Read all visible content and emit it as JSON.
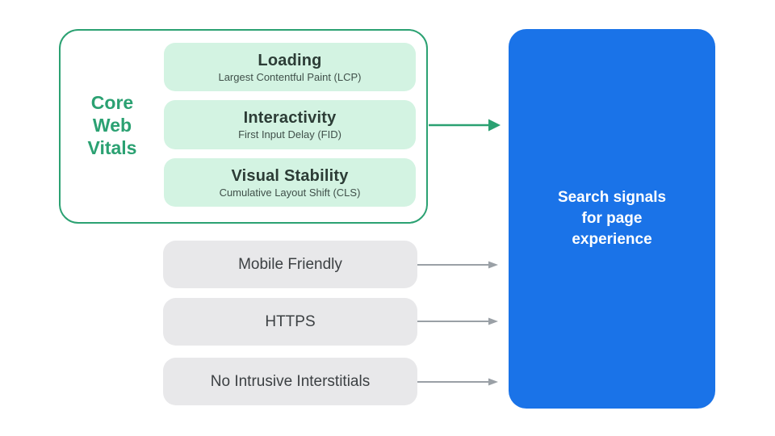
{
  "colors": {
    "green_accent": "#2ba172",
    "green_light": "#d3f3e2",
    "title_dark": "#2c3c36",
    "subtitle_dark": "#40504a",
    "gray_pill": "#e8e8ea",
    "gray_text": "#3c4043",
    "arrow_gray": "#9aa0a6",
    "blue": "#1a73e8",
    "white": "#ffffff"
  },
  "core_web_vitals": {
    "label_lines": [
      "Core",
      "Web",
      "Vitals"
    ],
    "items": [
      {
        "title": "Loading",
        "subtitle": "Largest Contentful Paint (LCP)"
      },
      {
        "title": "Interactivity",
        "subtitle": "First Input Delay (FID)"
      },
      {
        "title": "Visual Stability",
        "subtitle": "Cumulative Layout Shift (CLS)"
      }
    ]
  },
  "other_signals": [
    {
      "label": "Mobile Friendly"
    },
    {
      "label": "HTTPS"
    },
    {
      "label": "No Intrusive Interstitials"
    }
  ],
  "result_box": {
    "label_lines": [
      "Search signals",
      "for page",
      "experience"
    ]
  }
}
